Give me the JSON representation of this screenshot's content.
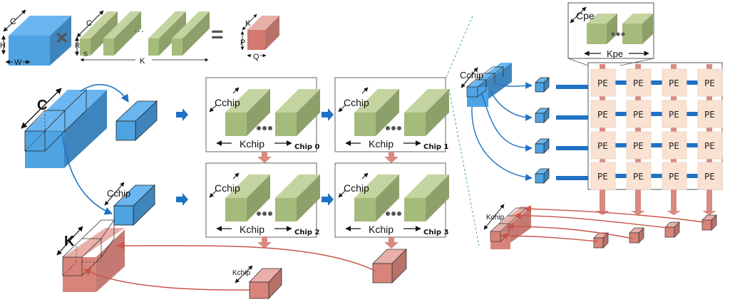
{
  "equation": {
    "input_labels": {
      "channels": "C",
      "height": "H",
      "width": "W"
    },
    "operator_multiply": "×",
    "weight_labels": {
      "channels": "C",
      "kernel_h": "R",
      "kernel_w": "S",
      "filters": "K",
      "ellipsis": "···"
    },
    "operator_equals": "=",
    "output_labels": {
      "channels": "K",
      "height": "P",
      "width": "Q"
    }
  },
  "chip_partition": {
    "input_label": "C",
    "sub_input_label": "Cchip",
    "output_label": "K",
    "partial_output_label": "Kchip",
    "chips": [
      {
        "name": "Chip 0",
        "c_label": "Cchip",
        "k_label": "Kchip"
      },
      {
        "name": "Chip 1",
        "c_label": "Cchip",
        "k_label": "Kchip"
      },
      {
        "name": "Chip 2",
        "c_label": "Cchip",
        "k_label": "Kchip"
      },
      {
        "name": "Chip 3",
        "c_label": "Cchip",
        "k_label": "Kchip"
      }
    ]
  },
  "pe_array": {
    "input_label": "Cchip",
    "output_label": "Kchip",
    "inset": {
      "c_label": "Cpe",
      "k_label": "Kpe"
    },
    "rows": 4,
    "cols": 4,
    "cell_label": "PE"
  },
  "colors": {
    "input_blue": "#4a9ad8",
    "weight_green": "#a5bb7c",
    "output_red": "#d47a70",
    "pe_fill": "#f9e2d2",
    "bus_blue": "#1f72c4",
    "divider_green": "#4aa88a"
  }
}
